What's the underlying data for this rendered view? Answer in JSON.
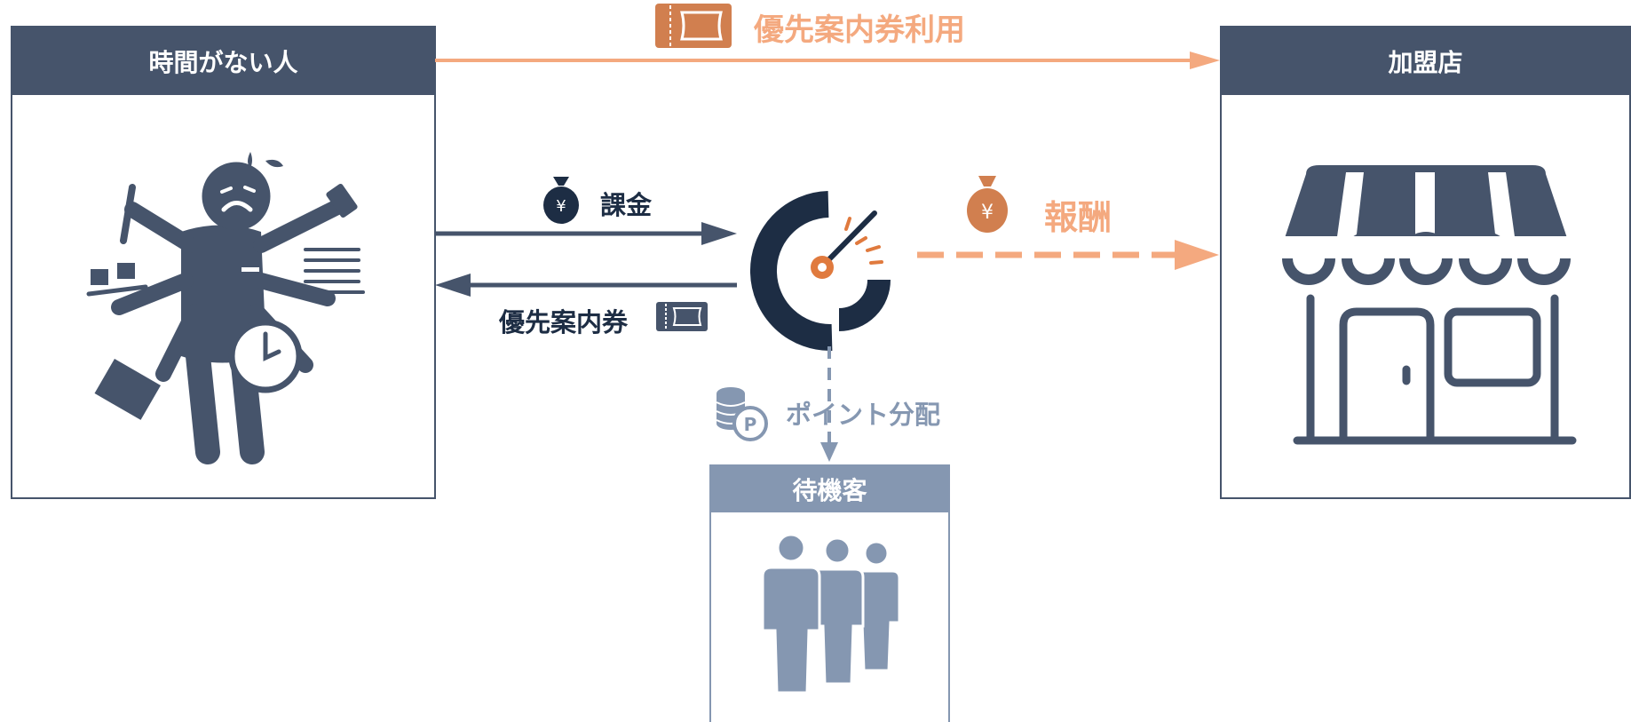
{
  "nodes": {
    "busy_person": "時間がない人",
    "shop": "加盟店",
    "waiting": "待機客"
  },
  "edges": {
    "priority_use": "優先案内券利用",
    "charge": "課金",
    "priority_ticket": "優先案内券",
    "reward": "報酬",
    "point_distribution": "ポイント分配"
  },
  "icons": {
    "person": "busy-person-icon",
    "shop": "storefront-icon",
    "waiting": "people-group-icon",
    "logo": "service-logo-icon",
    "ticket": "ticket-icon",
    "money_bag": "money-bag-icon",
    "coins": "point-coins-icon"
  },
  "colors": {
    "dark": "#46546b",
    "navy": "#1d2d44",
    "orange": "#f4a97f",
    "orange_dark": "#d17f4f",
    "grey_blue": "#8597b1"
  }
}
